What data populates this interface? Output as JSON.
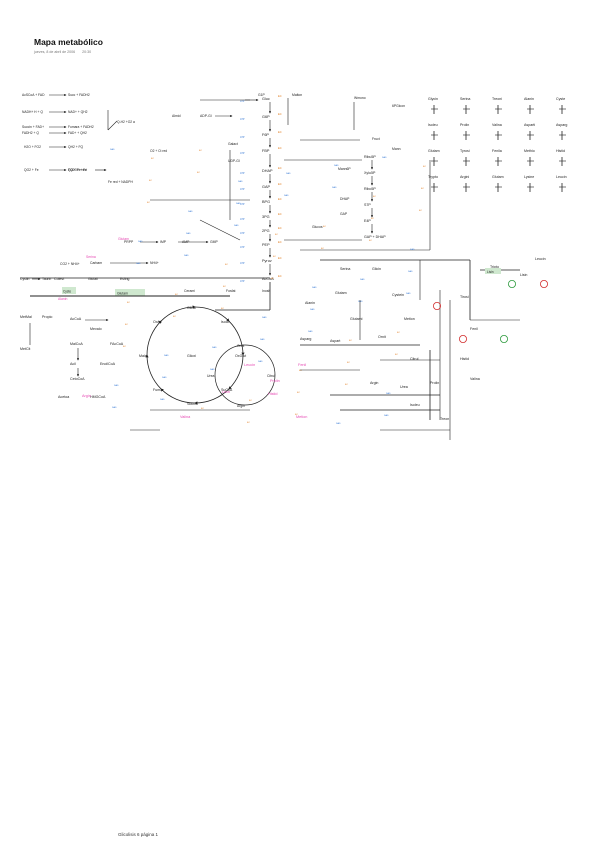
{
  "header": {
    "title": "Mapa metabólico",
    "date": "jueves, 8 de abril de 2006",
    "time": "20:30"
  },
  "footer": {
    "page": "Glicolisis 6 página 1"
  },
  "legend": [
    "Glycin",
    "Serina",
    "Treoni",
    "Alanin",
    "Cyste",
    "Isoleu",
    "Prolin",
    "Valina",
    "Asparti",
    "Asparg",
    "Glutam",
    "Tyrosi",
    "Fenila",
    "Methio",
    "Histid",
    "Trypto",
    "Argini",
    "Glutam",
    "Lysine",
    "Leucin"
  ],
  "nodes": {
    "redox": [
      "AcSCoA + FAD",
      "Succ + FADH2",
      "NADH+ H + Q",
      "NAD+ + QH2",
      "Succin + FAD+",
      "Fumara + FADH2",
      "FADH2 + Q",
      "FAD+ + QH2",
      "H2O + FO2",
      "QH2 + FQ",
      "QO2 + Fe",
      "FQ2OH + Fe",
      "Fe + red",
      "QO + Fe red",
      "Fe red + NADPH",
      "Fe ox + NADPH H",
      "Q-H2 +O2 a",
      "O2 + Ct red"
    ],
    "glycolysis": [
      "Gluc",
      "G6P",
      "F6P",
      "FBP",
      "DHAP",
      "GAP",
      "BPG",
      "3PG",
      "2PG",
      "PEP",
      "Pyruv",
      "AcCoA",
      "Lactat",
      "Ribu5P",
      "Xylu5P",
      "Ribo5P",
      "S7P",
      "E4P",
      "GAP + DHAP",
      "Glucos"
    ],
    "pentose": [
      "Almid",
      "ADP-Gl",
      "Galact",
      "UDP-Gl",
      "G1P",
      "Malton",
      "Wmono",
      "6PGlcon",
      "Mann",
      "Mann6P",
      "Fruct"
    ],
    "tca": [
      "Citrat",
      "Isocit",
      "OxGlut",
      "SuCoA",
      "Succin",
      "Fumar",
      "Malat",
      "OxAc",
      "Glioxi"
    ],
    "fatty": [
      "AcCoA",
      "MalCoA",
      "FAcCoA",
      "Acil",
      "EnoilCoA",
      "CetoCoA",
      "Acetoa",
      "HMGCoA",
      "Mevalo",
      "Colest",
      "Propio",
      "MetMal",
      "MetCit"
    ],
    "amino": [
      "Glutam",
      "Glutami",
      "Ornit",
      "Citrul",
      "Argin",
      "Urea",
      "Aspart",
      "Asparg",
      "Alanin",
      "Serina",
      "Glicin",
      "Cystein",
      "Metion",
      "Prolin",
      "Histid",
      "Fenil",
      "Tirosi",
      "Tripto",
      "Lisin",
      "Leucin",
      "Valina",
      "Isoleu",
      "Treon"
    ],
    "misc": [
      "PRPP",
      "IMP",
      "AMP",
      "GMP",
      "Carbam",
      "NH4+",
      "CO2 + NH4+",
      "Cystin",
      "Taurin",
      "Glutati",
      "Esfing",
      "Cerami",
      "Fosfat",
      "Inosit"
    ]
  },
  "colors": {
    "ink": "#222222",
    "enzyme": "#e07a1b",
    "cofactor": "#3a7bd5",
    "highlight": "#e64bb4",
    "green": "#2e9b3e",
    "red": "#d23030",
    "box": "#cfe8cf"
  }
}
